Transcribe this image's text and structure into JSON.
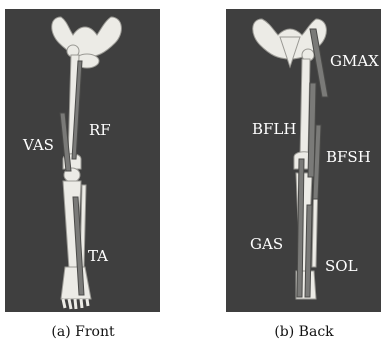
{
  "front": {
    "labels": {
      "rf": "RF",
      "vas": "VAS",
      "ta": "TA"
    },
    "caption": "(a) Front"
  },
  "back": {
    "labels": {
      "gmax": "GMAX",
      "bflh": "BFLH",
      "bfsh": "BFSH",
      "gas": "GAS",
      "sol": "SOL"
    },
    "caption": "(b) Back"
  },
  "colors": {
    "panel": "#3f3f3f",
    "bone": "#ecebe6",
    "muscle": "#7a7a78",
    "label": "#ffffff"
  }
}
